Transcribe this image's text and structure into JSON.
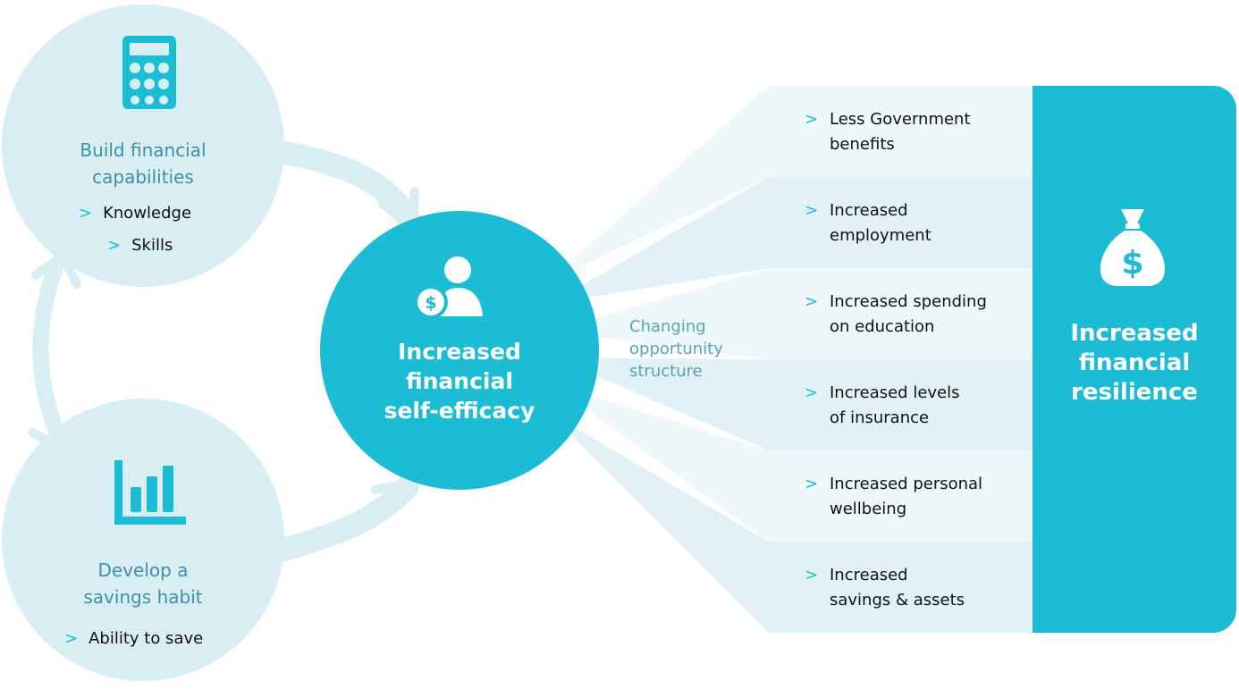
{
  "colors": {
    "accent": "#1cbdd4",
    "circle_light": "#d9eef3",
    "title_teal": "#3e90a4",
    "fan_band_light": "#eef7f9",
    "fan_band_mid": "#e1f1f5"
  },
  "build": {
    "icon": "calculator-icon",
    "title_lines": [
      "Build financial",
      "capabilities"
    ],
    "bullets": [
      "Knowledge",
      "Skills"
    ]
  },
  "savings": {
    "icon": "bar-chart-icon",
    "title_lines": [
      "Develop a",
      "savings habit"
    ],
    "bullets": [
      "Ability to save"
    ]
  },
  "center": {
    "icon": "person-dollar-icon",
    "title_lines": [
      "Increased",
      "financial",
      "self-efficacy"
    ]
  },
  "changing": {
    "lines": [
      "Changing",
      "opportunity",
      "structure"
    ]
  },
  "outcomes": [
    {
      "line1": "Less Government",
      "line2": "benefits"
    },
    {
      "line1": "Increased",
      "line2": "employment"
    },
    {
      "line1": "Increased spending",
      "line2": "on education"
    },
    {
      "line1": "Increased levels",
      "line2": "of insurance"
    },
    {
      "line1": "Increased personal",
      "line2": "wellbeing"
    },
    {
      "line1": "Increased",
      "line2": "savings & assets"
    }
  ],
  "resilience": {
    "icon": "money-bag-icon",
    "title_lines": [
      "Increased",
      "financial",
      "resilience"
    ]
  },
  "bullet_marker": ">"
}
